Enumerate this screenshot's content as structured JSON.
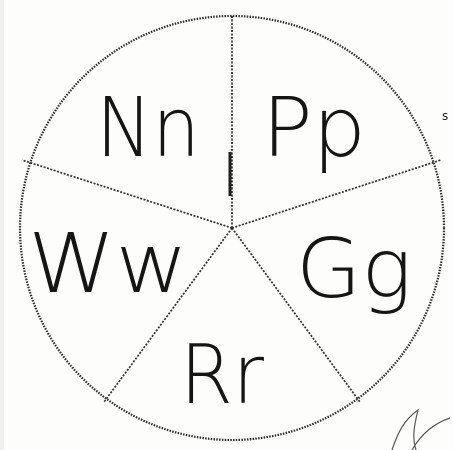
{
  "wheel": {
    "segments": [
      {
        "label": "Nn"
      },
      {
        "label": "Pp"
      },
      {
        "label": "Gg"
      },
      {
        "label": "Rr"
      },
      {
        "label": "Ww"
      }
    ]
  },
  "margin_mark": "s"
}
